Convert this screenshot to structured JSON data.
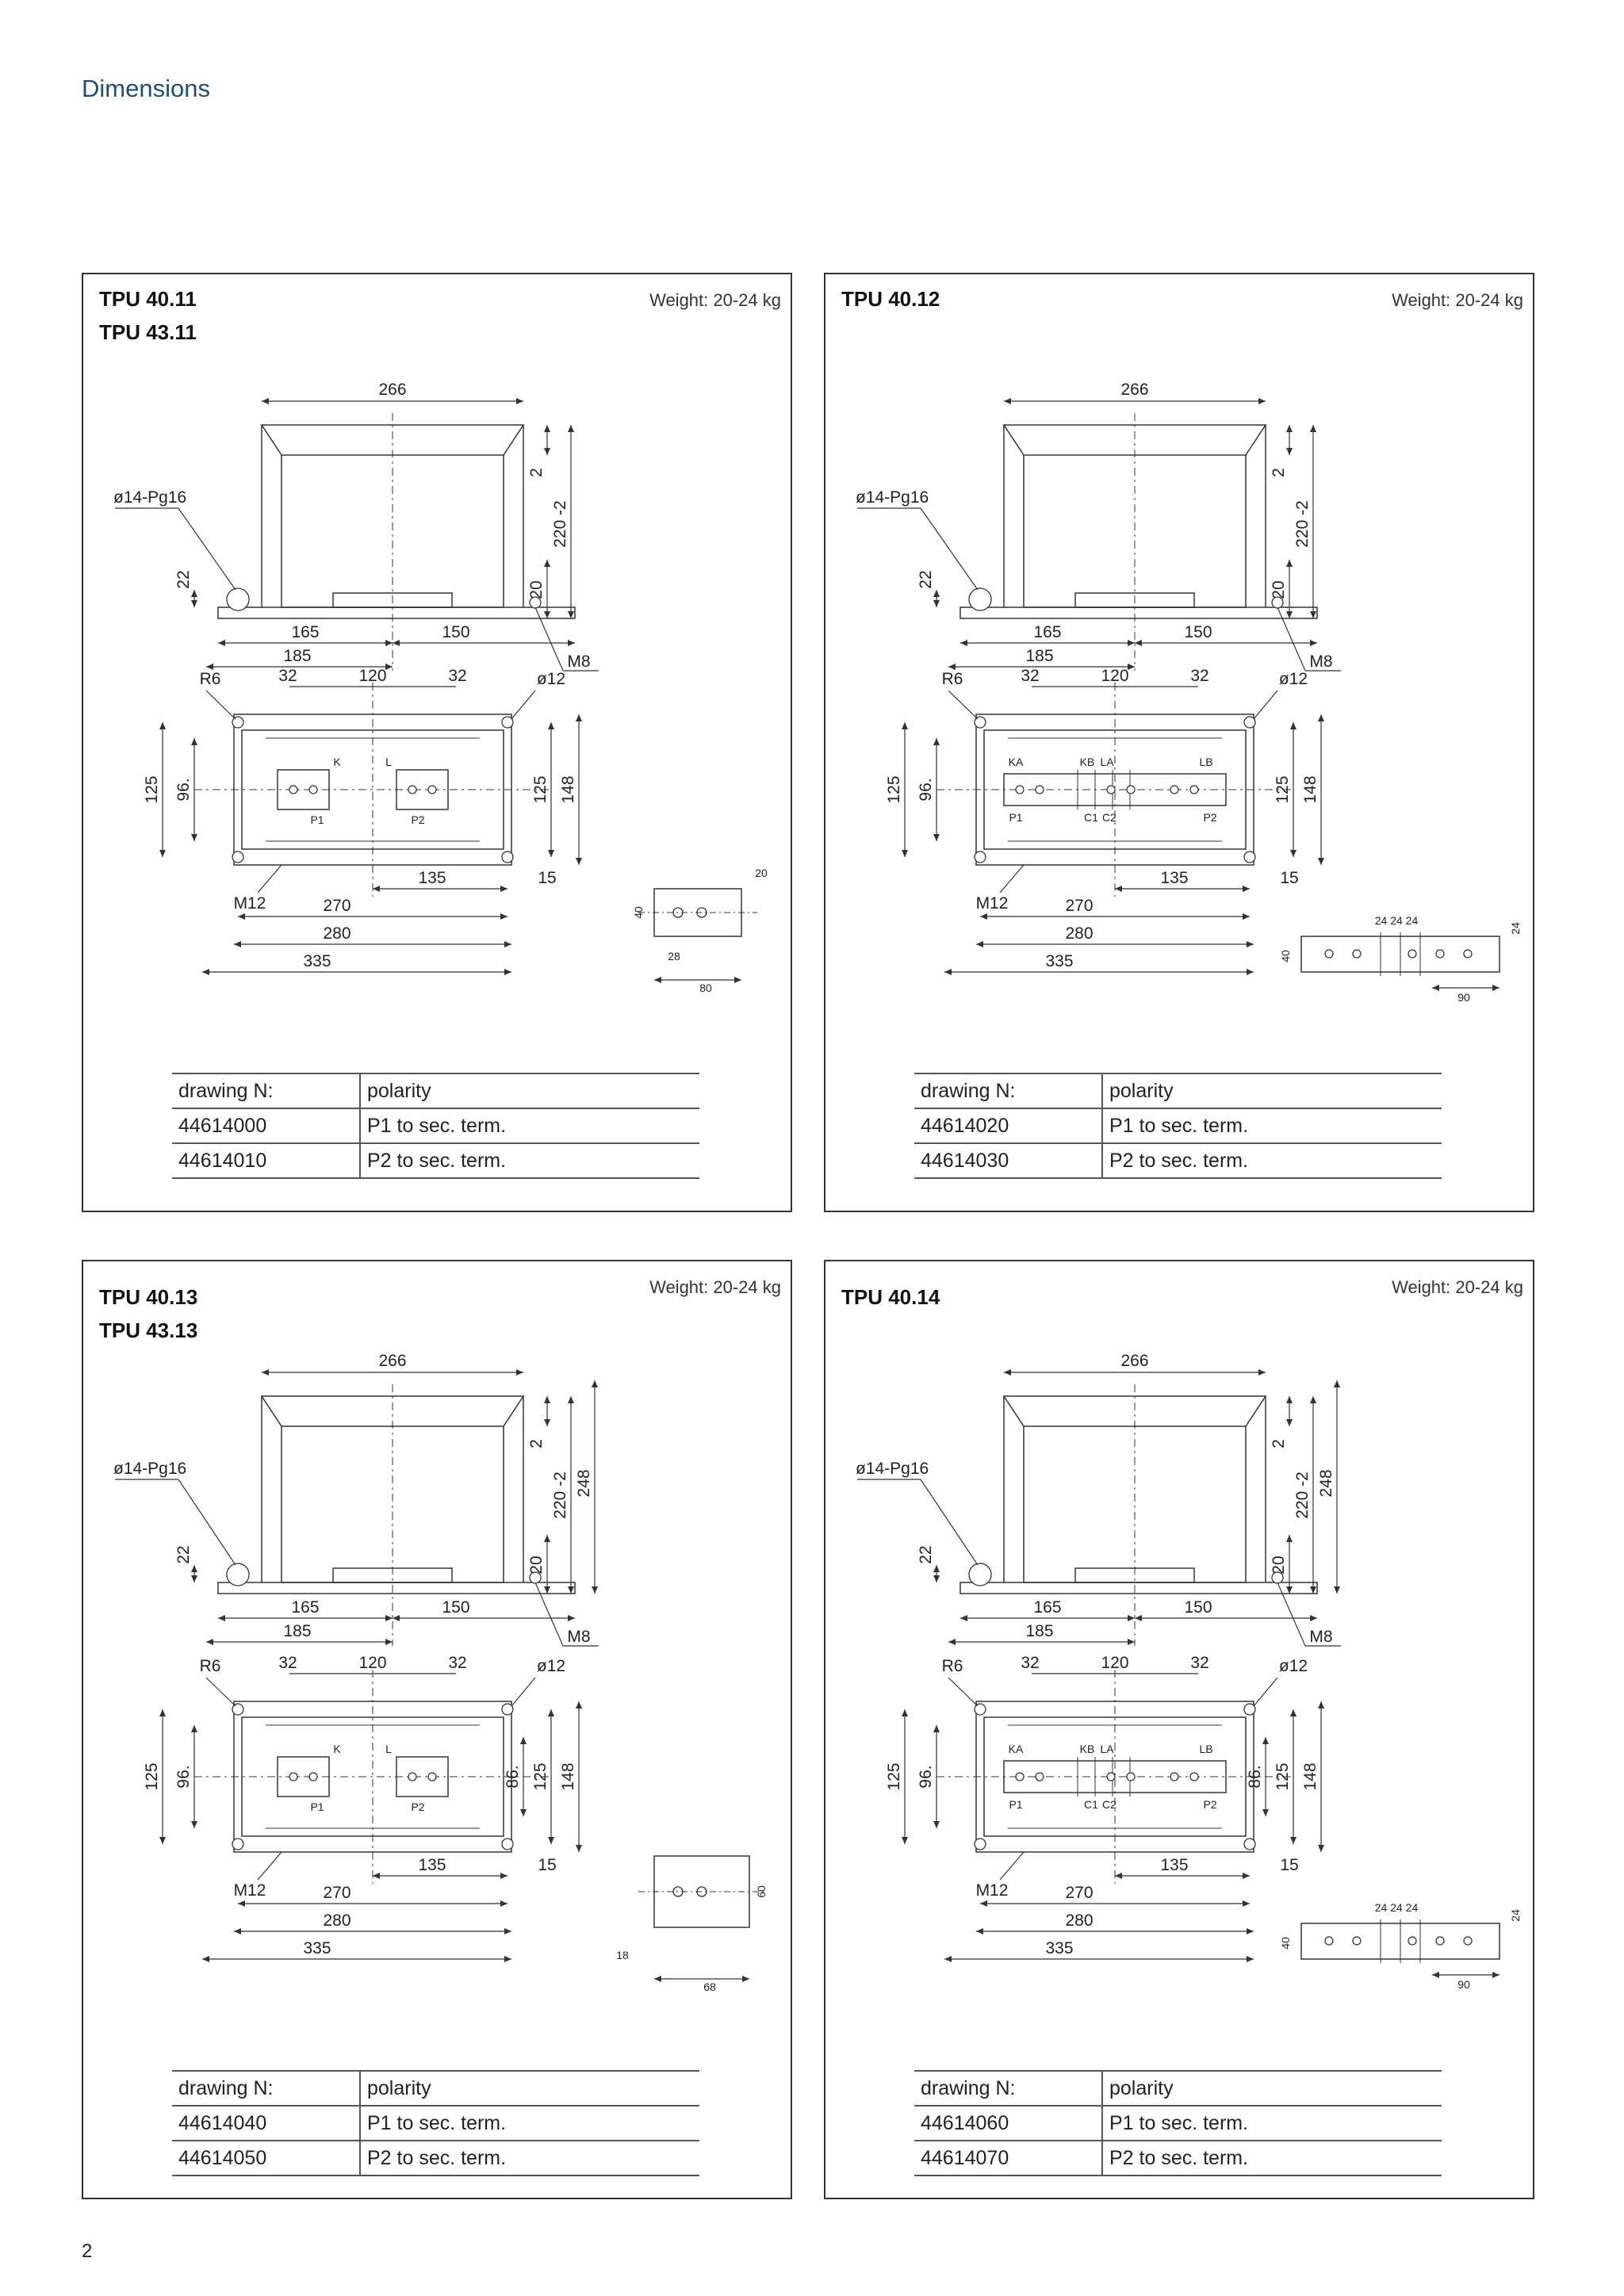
{
  "page": {
    "title": "Dimensions",
    "page_number": "2"
  },
  "panels": [
    {
      "models": [
        "TPU 40.11",
        "TPU 43.11"
      ],
      "weight": "Weight: 20-24 kg",
      "front": {
        "width": "266",
        "top_gap": "2",
        "height_a": "220 -2",
        "height_b": "",
        "base_h": "20",
        "gland": "ø14-Pg16",
        "gland_h": "22",
        "left_dim": "165",
        "right_dim": "150",
        "total_dim": "185",
        "bolt": "M8"
      },
      "plan": {
        "radius": "R6",
        "d1": "32",
        "d2": "120",
        "d3": "32",
        "hole": "ø12",
        "h1": "125",
        "h2": "96.",
        "h3": "125",
        "h4": "148",
        "h5": "",
        "lbl_k": "K",
        "lbl_l": "L",
        "lbl_p1": "P1",
        "lbl_p2": "P2",
        "thread": "M12",
        "w1": "135",
        "w2": "15",
        "w3": "270",
        "w4": "280",
        "w5": "335"
      },
      "detail": {
        "a": "20",
        "b": "40",
        "c": "28",
        "d": "80"
      },
      "table": {
        "headers": [
          "drawing N:",
          "polarity"
        ],
        "rows": [
          [
            "44614000",
            "P1 to sec. term."
          ],
          [
            "44614010",
            "P2 to sec. term."
          ]
        ]
      }
    },
    {
      "models": [
        "TPU 40.12"
      ],
      "weight": "Weight: 20-24 kg",
      "front": {
        "width": "266",
        "top_gap": "2",
        "height_a": "220 -2",
        "height_b": "",
        "base_h": "20",
        "gland": "ø14-Pg16",
        "gland_h": "22",
        "left_dim": "165",
        "right_dim": "150",
        "total_dim": "185",
        "bolt": "M8"
      },
      "plan": {
        "radius": "R6",
        "d1": "32",
        "d2": "120",
        "d3": "32",
        "hole": "ø12",
        "h1": "125",
        "h2": "96.",
        "h3": "125",
        "h4": "148",
        "h5": "",
        "lbl_ka": "KA",
        "lbl_kb": "KB",
        "lbl_la": "LA",
        "lbl_lb": "LB",
        "lbl_p1": "P1",
        "lbl_c1": "C1",
        "lbl_c2": "C2",
        "lbl_p2": "P2",
        "thread": "M12",
        "w1": "135",
        "w2": "15",
        "w3": "270",
        "w4": "280",
        "w5": "335"
      },
      "detail": {
        "a": "24 24 24",
        "b": "24",
        "c": "40",
        "d": "90"
      },
      "table": {
        "headers": [
          "drawing N:",
          "polarity"
        ],
        "rows": [
          [
            "44614020",
            "P1 to sec. term."
          ],
          [
            "44614030",
            "P2 to sec. term."
          ]
        ]
      }
    },
    {
      "models": [
        "TPU 40.13",
        "TPU 43.13"
      ],
      "weight": "Weight: 20-24 kg",
      "front": {
        "width": "266",
        "top_gap": "2",
        "height_a": "220 -2",
        "height_b": "248",
        "base_h": "20",
        "gland": "ø14-Pg16",
        "gland_h": "22",
        "left_dim": "165",
        "right_dim": "150",
        "total_dim": "185",
        "bolt": "M8"
      },
      "plan": {
        "radius": "R6",
        "d1": "32",
        "d2": "120",
        "d3": "32",
        "hole": "ø12",
        "h1": "125",
        "h2": "96.",
        "h3": "125",
        "h4": "148",
        "h5": "86.",
        "lbl_k": "K",
        "lbl_l": "L",
        "lbl_p1": "P1",
        "lbl_p2": "P2",
        "thread": "M12",
        "w1": "135",
        "w2": "15",
        "w3": "270",
        "w4": "280",
        "w5": "335"
      },
      "detail": {
        "a": "60",
        "b": "18",
        "c": "68",
        "d": ""
      },
      "table": {
        "headers": [
          "drawing N:",
          "polarity"
        ],
        "rows": [
          [
            "44614040",
            "P1 to sec. term."
          ],
          [
            "44614050",
            "P2 to sec. term."
          ]
        ]
      }
    },
    {
      "models": [
        "TPU 40.14"
      ],
      "weight": "Weight: 20-24 kg",
      "front": {
        "width": "266",
        "top_gap": "2",
        "height_a": "220 -2",
        "height_b": "248",
        "base_h": "20",
        "gland": "ø14-Pg16",
        "gland_h": "22",
        "left_dim": "165",
        "right_dim": "150",
        "total_dim": "185",
        "bolt": "M8"
      },
      "plan": {
        "radius": "R6",
        "d1": "32",
        "d2": "120",
        "d3": "32",
        "hole": "ø12",
        "h1": "125",
        "h2": "96.",
        "h3": "125",
        "h4": "148",
        "h5": "86.",
        "lbl_ka": "KA",
        "lbl_kb": "KB",
        "lbl_la": "LA",
        "lbl_lb": "LB",
        "lbl_p1": "P1",
        "lbl_c1": "C1",
        "lbl_c2": "C2",
        "lbl_p2": "P2",
        "thread": "M12",
        "w1": "135",
        "w2": "15",
        "w3": "270",
        "w4": "280",
        "w5": "335"
      },
      "detail": {
        "a": "24 24 24",
        "b": "24",
        "c": "40",
        "d": "90"
      },
      "table": {
        "headers": [
          "drawing N:",
          "polarity"
        ],
        "rows": [
          [
            "44614060",
            "P1 to sec. term."
          ],
          [
            "44614070",
            "P2 to sec. term."
          ]
        ]
      }
    }
  ]
}
